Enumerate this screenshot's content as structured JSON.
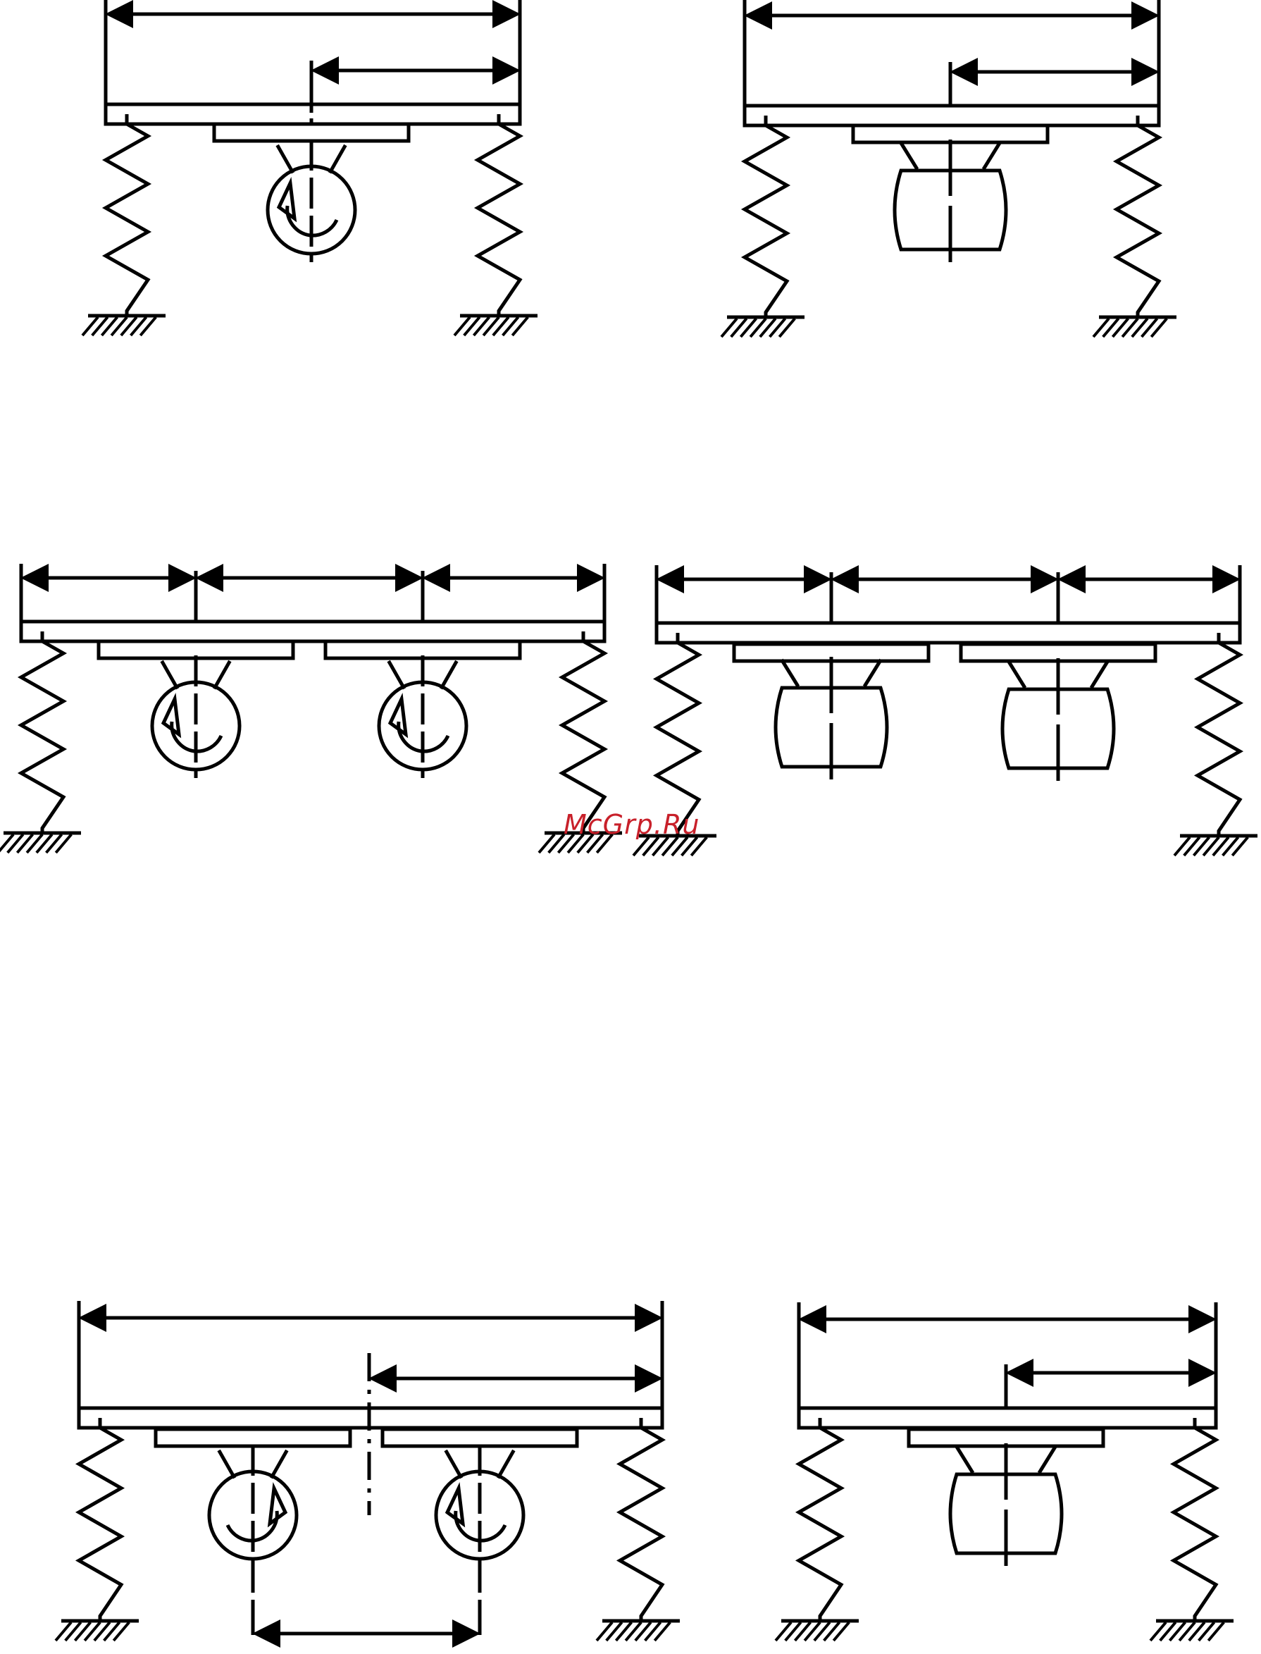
{
  "watermark": {
    "text": "McGrp.Ru",
    "color": "#c8202a"
  },
  "figure": {
    "line_color": "#000000",
    "background": "#ffffff",
    "panels": [
      {
        "id": "single-unbalanced-motor",
        "motors": 1,
        "motor_view": "end",
        "rotation": [
          "ccw"
        ]
      },
      {
        "id": "single-motor-side",
        "motors": 1,
        "motor_view": "side"
      },
      {
        "id": "twin-unbalanced-motors",
        "motors": 2,
        "motor_view": "end",
        "rotation": [
          "ccw",
          "ccw"
        ]
      },
      {
        "id": "twin-motors-side",
        "motors": 2,
        "motor_view": "side"
      },
      {
        "id": "counter-rotating-motors",
        "motors": 2,
        "motor_view": "end",
        "rotation": [
          "cw",
          "ccw"
        ]
      },
      {
        "id": "single-motor-side-lower",
        "motors": 1,
        "motor_view": "side"
      }
    ]
  }
}
